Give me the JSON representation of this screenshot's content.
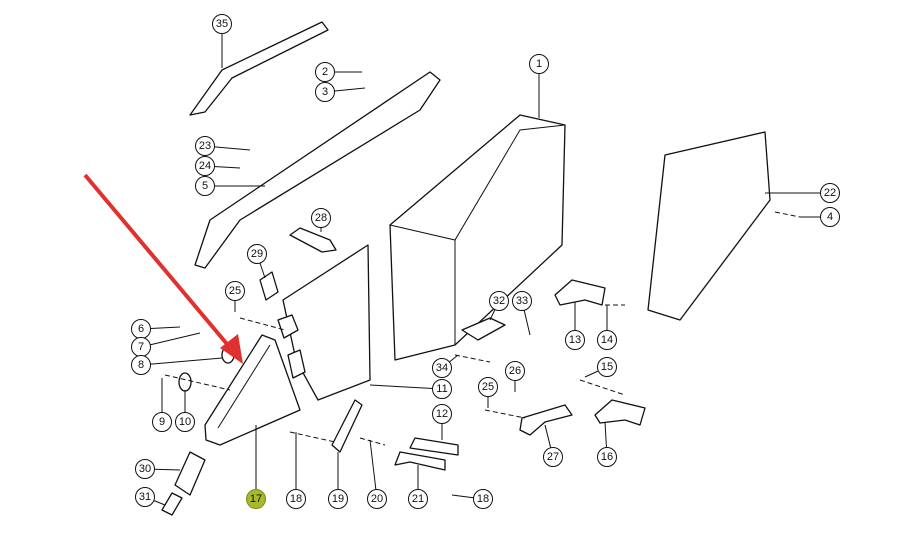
{
  "diagram": {
    "highlight_color": "#a8b92a",
    "arrow_color": "#e03030",
    "callouts": [
      "35",
      "2",
      "3",
      "1",
      "23",
      "24",
      "5",
      "28",
      "22",
      "4",
      "29",
      "25",
      "32",
      "33",
      "6",
      "7",
      "8",
      "13",
      "14",
      "15",
      "26",
      "25",
      "34",
      "11",
      "9",
      "10",
      "12",
      "27",
      "16",
      "30",
      "31",
      "17",
      "18",
      "19",
      "20",
      "21",
      "18"
    ],
    "highlighted": "17"
  }
}
